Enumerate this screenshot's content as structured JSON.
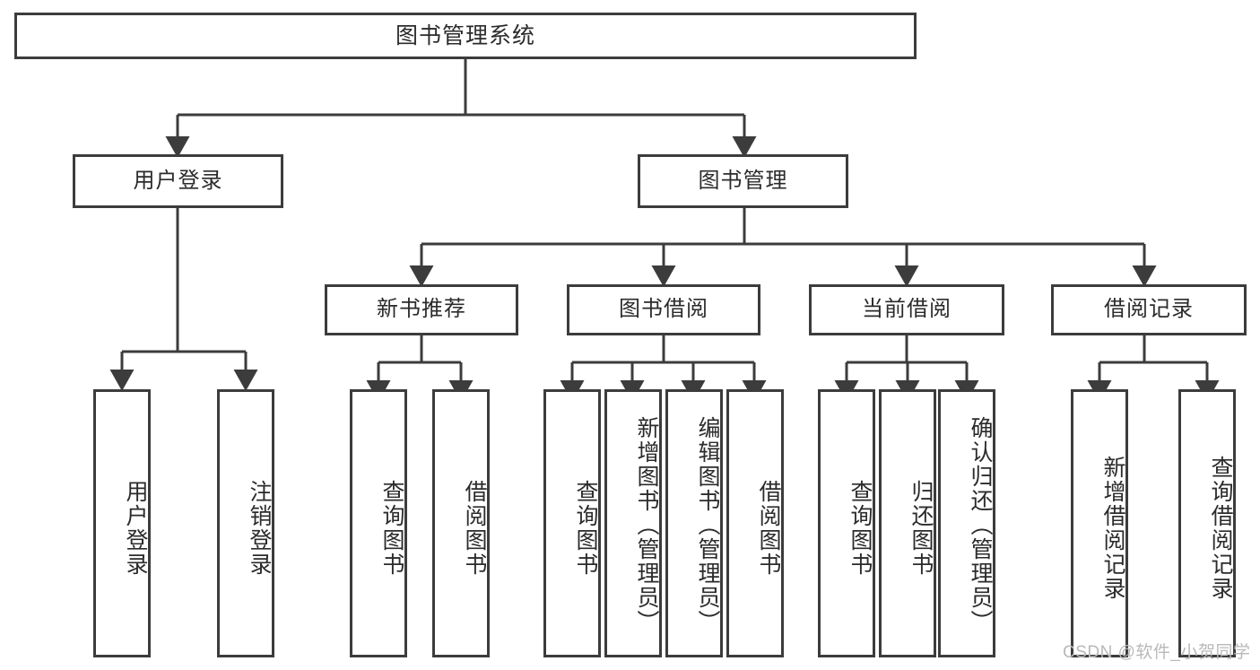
{
  "diagram": {
    "type": "tree",
    "title": "图书管理系统",
    "root": {
      "label": "图书管理系统"
    },
    "level2": [
      {
        "label": "用户登录"
      },
      {
        "label": "图书管理"
      }
    ],
    "level3": [
      {
        "label": "新书推荐"
      },
      {
        "label": "图书借阅"
      },
      {
        "label": "当前借阅"
      },
      {
        "label": "借阅记录"
      }
    ],
    "leaves": {
      "user_login": [
        {
          "label": "用户登录"
        },
        {
          "label": "注销登录"
        }
      ],
      "new_book_recommend": [
        {
          "label": "查询图书"
        },
        {
          "label": "借阅图书"
        }
      ],
      "book_borrow": [
        {
          "label": "查询图书"
        },
        {
          "label": "新增图书（管理员）"
        },
        {
          "label": "编辑图书（管理员）"
        },
        {
          "label": "借阅图书"
        }
      ],
      "current_borrow": [
        {
          "label": "查询图书"
        },
        {
          "label": "归还图书"
        },
        {
          "label": "确认归还（管理员）"
        }
      ],
      "borrow_record": [
        {
          "label": "新增借阅记录"
        },
        {
          "label": "查询借阅记录"
        }
      ]
    }
  },
  "watermark": {
    "text": "CSDN @软件_小贺同学"
  },
  "colors": {
    "border": "#3c3c3c",
    "text": "#2b2b2b",
    "background": "#ffffff",
    "watermark": "#b9b9b9"
  }
}
